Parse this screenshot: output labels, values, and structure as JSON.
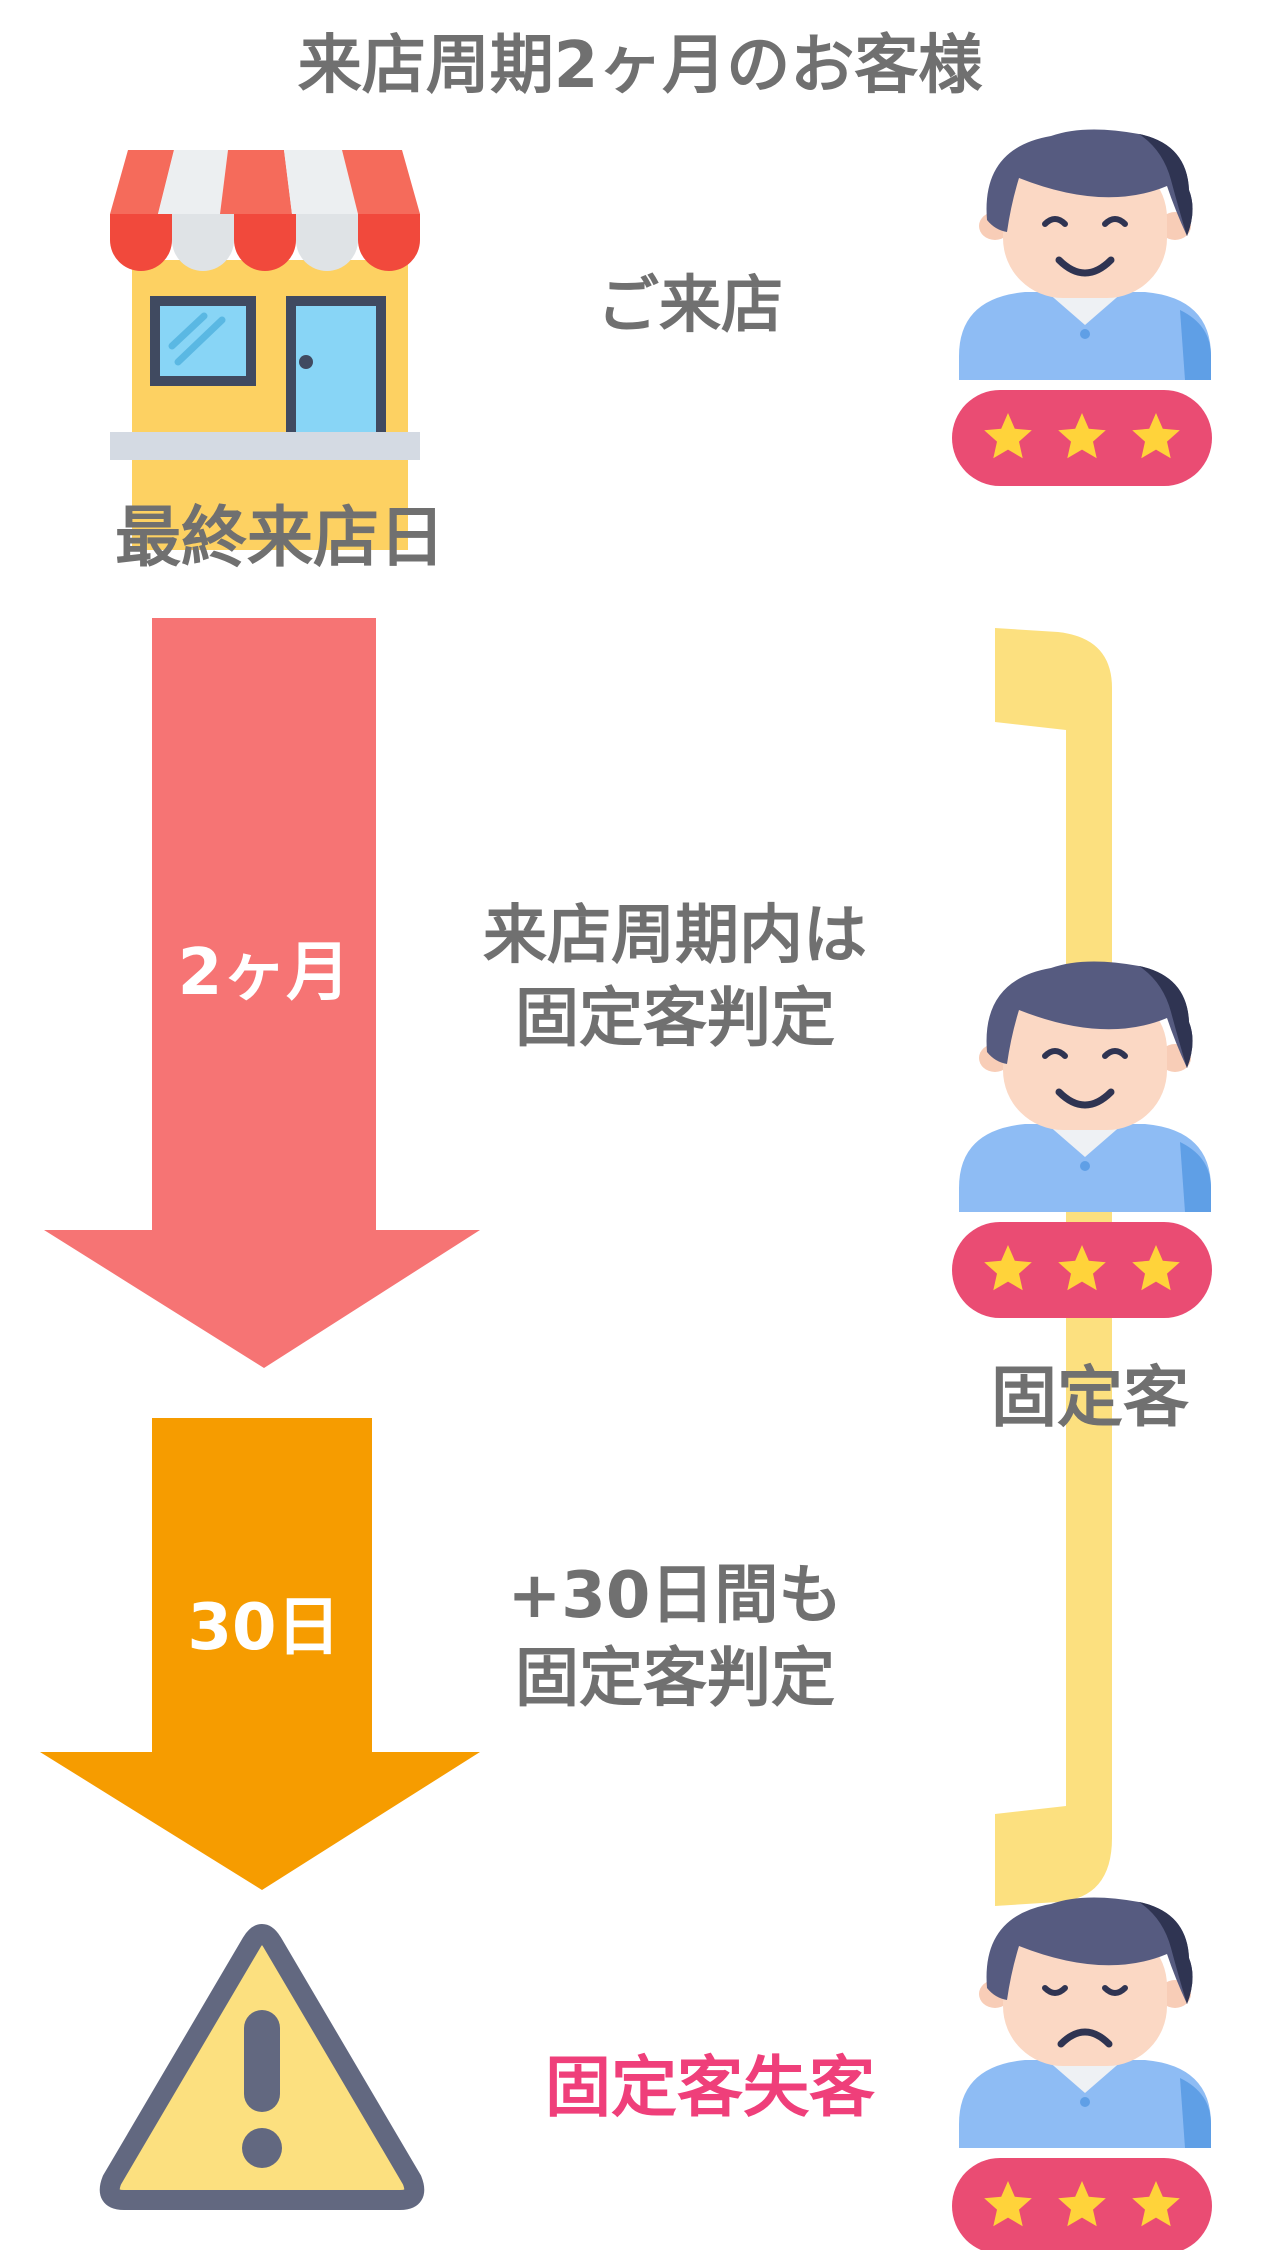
{
  "title": "来店周期2ヶ月のお客様",
  "visit_label": "ご来店",
  "last_visit_label": "最終来店日",
  "arrow_cycle": {
    "label": "2ヶ月",
    "color": "#f67474"
  },
  "arrow_extra": {
    "label": "30日",
    "color": "#f69c00"
  },
  "cycle_text": "来店周期内は\n固定客判定",
  "extra_text": "+30日間も\n固定客判定",
  "regular_label": "固定客",
  "lost_label": "固定客失客",
  "colors": {
    "text_gray": "#707070",
    "lost_pink": "#ef3f7a",
    "bracket_yellow": "#fce07f",
    "badge_pink": "#ea4c73",
    "star_yellow": "#ffd33a"
  },
  "icons": {
    "store": "store-icon",
    "customer_happy": "happy-customer-icon",
    "customer_sad": "sad-customer-icon",
    "warning": "warning-icon"
  }
}
